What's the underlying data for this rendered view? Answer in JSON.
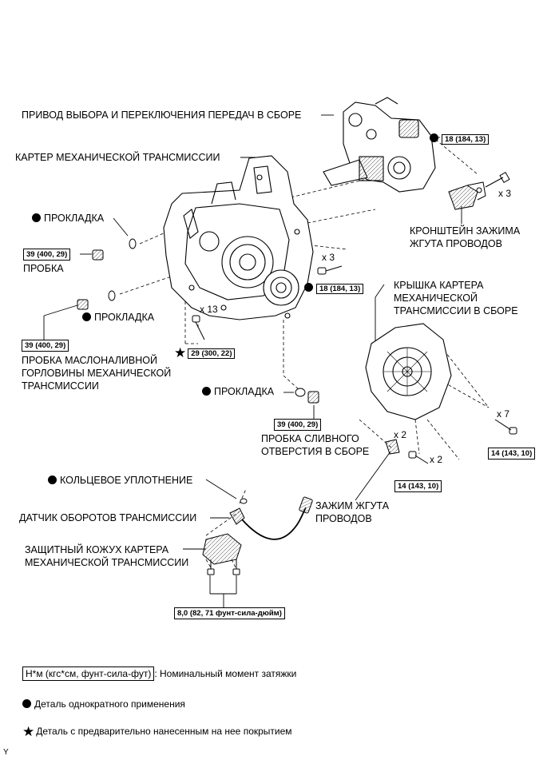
{
  "parts": {
    "shift_actuator": "ПРИВОД ВЫБОРА И ПЕРЕКЛЮЧЕНИЯ ПЕРЕДАЧ В СБОРЕ",
    "trans_case": "КАРТЕР МЕХАНИЧЕСКОЙ ТРАНСМИССИИ",
    "gasket": "ПРОКЛАДКА",
    "plug": "ПРОБКА",
    "filler_plug": [
      "ПРОБКА МАСЛОНАЛИВНОЙ",
      "ГОРЛОВИНЫ МЕХАНИЧЕСКОЙ",
      "ТРАНСМИССИИ"
    ],
    "harness_bracket": [
      "КРОНШТЕЙН ЗАЖИМА",
      "ЖГУТА ПРОВОДОВ"
    ],
    "case_cover": [
      "КРЫШКА КАРТЕРА",
      "МЕХАНИЧЕСКОЙ",
      "ТРАНСМИССИИ В СБОРЕ"
    ],
    "drain_plug": [
      "ПРОБКА СЛИВНОГО",
      "ОТВЕРСТИЯ В СБОРЕ"
    ],
    "o_ring": "КОЛЬЦЕВОЕ УПЛОТНЕНИЕ",
    "speed_sensor": "ДАТЧИК ОБОРОТОВ ТРАНСМИССИИ",
    "protector": [
      "ЗАЩИТНЫЙ КОЖУХ КАРТЕРА",
      "МЕХАНИЧЕСКОЙ ТРАНСМИССИИ"
    ],
    "harness_clamp": [
      "ЗАЖИМ ЖГУТА",
      "ПРОВОДОВ"
    ]
  },
  "torques": {
    "t18": "18 (184, 13)",
    "t39": "39 (400, 29)",
    "t29": "29 (300, 22)",
    "t14": "14 (143, 10)",
    "t8": "8,0 (82, 71 фунт-сила-дюйм)"
  },
  "quantities": {
    "x3": "x 3",
    "x13": "x 13",
    "x7": "x 7",
    "x2": "x 2"
  },
  "legend": {
    "unit_box": "Н*м (кгс*см, фунт-сила-фут)",
    "unit_desc": ": Номинальный момент затяжки",
    "non_reusable": "Деталь однократного применения",
    "precoated": "Деталь с предварительно нанесенным на нее покрытием"
  },
  "footer_code": "Y"
}
